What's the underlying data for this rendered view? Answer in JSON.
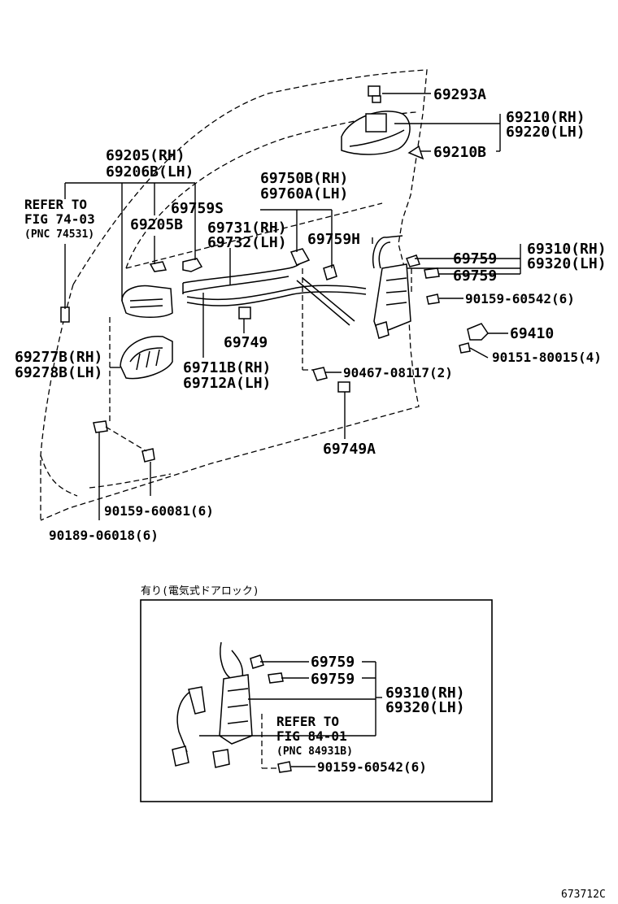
{
  "callouts": {
    "p69293A": "69293A",
    "p69210RH": "69210(RH)",
    "p69220LH": "69220(LH)",
    "p69210B": "69210B",
    "p69205RH": "69205(RH)",
    "p69206BLH": "69206B(LH)",
    "refer1_l1": "REFER TO",
    "refer1_l2": "FIG 74-03",
    "refer1_l3": "(PNC 74531)",
    "p69759S": "69759S",
    "p69205B": "69205B",
    "p69750BRH": "69750B(RH)",
    "p69760ALH": "69760A(LH)",
    "p69731RH": "69731(RH)",
    "p69732LH": "69732(LH)",
    "p69759H": "69759H",
    "p69310RH": "69310(RH)",
    "p69320LH": "69320(LH)",
    "p69759a": "69759",
    "p69759b": "69759",
    "p90159_60542": "90159-60542(6)",
    "p69410": "69410",
    "p90151_80015": "90151-80015(4)",
    "p69749": "69749",
    "p69277BRH": "69277B(RH)",
    "p69278BLH": "69278B(LH)",
    "p69711BRH": "69711B(RH)",
    "p69712ALH": "69712A(LH)",
    "p90467_08117": "90467-08117(2)",
    "p69749A": "69749A",
    "p90159_60081": "90159-60081(6)",
    "p90189_06018": "90189-06018(6)"
  },
  "inset": {
    "title": "有り(電気式ドアロック)",
    "p69759a": "69759",
    "p69759b": "69759",
    "p69310RH": "69310(RH)",
    "p69320LH": "69320(LH)",
    "refer_l1": "REFER TO",
    "refer_l2": "FIG 84-01",
    "refer_l3": "(PNC 84931B)",
    "p90159_60542": "90159-60542(6)"
  },
  "figure_id": "673712C"
}
